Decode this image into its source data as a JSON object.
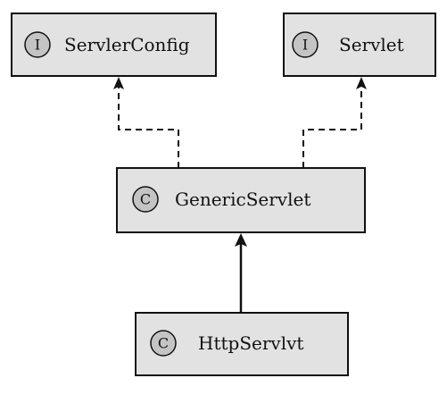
{
  "nodes": {
    "servlet_config": {
      "badge": "I",
      "label": "ServlerConfig"
    },
    "servlet": {
      "badge": "I",
      "label": "Servlet"
    },
    "generic_servlet": {
      "badge": "C",
      "label": "GenericServlet"
    },
    "http_servlet": {
      "badge": "C",
      "label": "HttpServlvt"
    }
  },
  "edges": [
    {
      "from": "generic_servlet",
      "to": "servlet_config",
      "style": "dashed"
    },
    {
      "from": "generic_servlet",
      "to": "servlet",
      "style": "dashed"
    },
    {
      "from": "http_servlet",
      "to": "generic_servlet",
      "style": "solid"
    }
  ],
  "colors": {
    "box_fill": "#e2e2e2",
    "badge_fill": "#c4c4c4",
    "stroke": "#111111"
  }
}
